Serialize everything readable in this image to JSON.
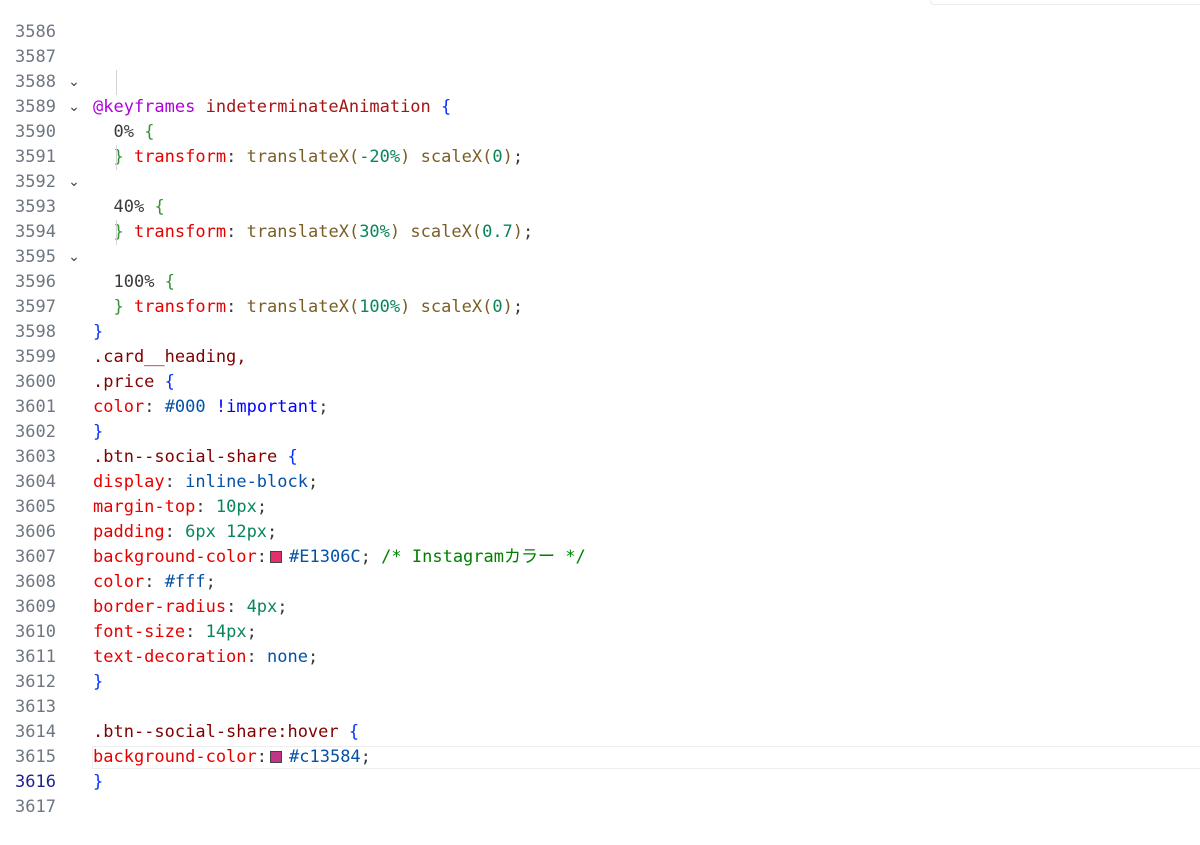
{
  "editor": {
    "line_numbers": [
      "3586",
      "3587",
      "3588",
      "3589",
      "3590",
      "3591",
      "3592",
      "3593",
      "3594",
      "3595",
      "3596",
      "3597",
      "3598",
      "3599",
      "3600",
      "3601",
      "3602",
      "3603",
      "3604",
      "3605",
      "3606",
      "3607",
      "3608",
      "3609",
      "3610",
      "3611",
      "3612",
      "3613",
      "3614",
      "3615",
      "3616",
      "3617"
    ],
    "active_line": "3616",
    "keyframes": {
      "at_rule": "@keyframes",
      "name": "indeterminateAnimation",
      "open": "{",
      "close": "}",
      "steps": [
        {
          "selector": "0%",
          "property": "transform",
          "fn1": "translateX",
          "arg1": "-20%",
          "fn2": "scaleX",
          "arg2": "0"
        },
        {
          "selector": "40%",
          "property": "transform",
          "fn1": "translateX",
          "arg1": "30%",
          "fn2": "scaleX",
          "arg2": "0.7"
        },
        {
          "selector": "100%",
          "property": "transform",
          "fn1": "translateX",
          "arg1": "100%",
          "fn2": "scaleX",
          "arg2": "0"
        }
      ]
    },
    "rule_heading": {
      "selector_1": ".card__heading,",
      "selector_2": ".price",
      "property": "color",
      "value": "#000",
      "important": "!important"
    },
    "rule_btn": {
      "selector": ".btn--social-share",
      "decls": [
        {
          "prop": "display",
          "value": "inline-block"
        },
        {
          "prop": "margin-top",
          "value": "10px"
        },
        {
          "prop": "padding",
          "value": "6px 12px"
        },
        {
          "prop": "background-color",
          "value": "#E1306C",
          "comment": "/* Instagramカラー */",
          "swatch_color": "#E1306C"
        },
        {
          "prop": "color",
          "value": "#fff"
        },
        {
          "prop": "border-radius",
          "value": "4px"
        },
        {
          "prop": "font-size",
          "value": "14px"
        },
        {
          "prop": "text-decoration",
          "value": "none"
        }
      ]
    },
    "rule_hover": {
      "selector": ".btn--social-share:hover",
      "decls": [
        {
          "prop": "background-color",
          "value": "#c13584",
          "swatch_color": "#c13584"
        }
      ]
    },
    "punct": {
      "open": "{",
      "close": "}",
      "colon": ":",
      "semicolon": ";",
      "lparen": "(",
      "rparen": ")"
    }
  }
}
